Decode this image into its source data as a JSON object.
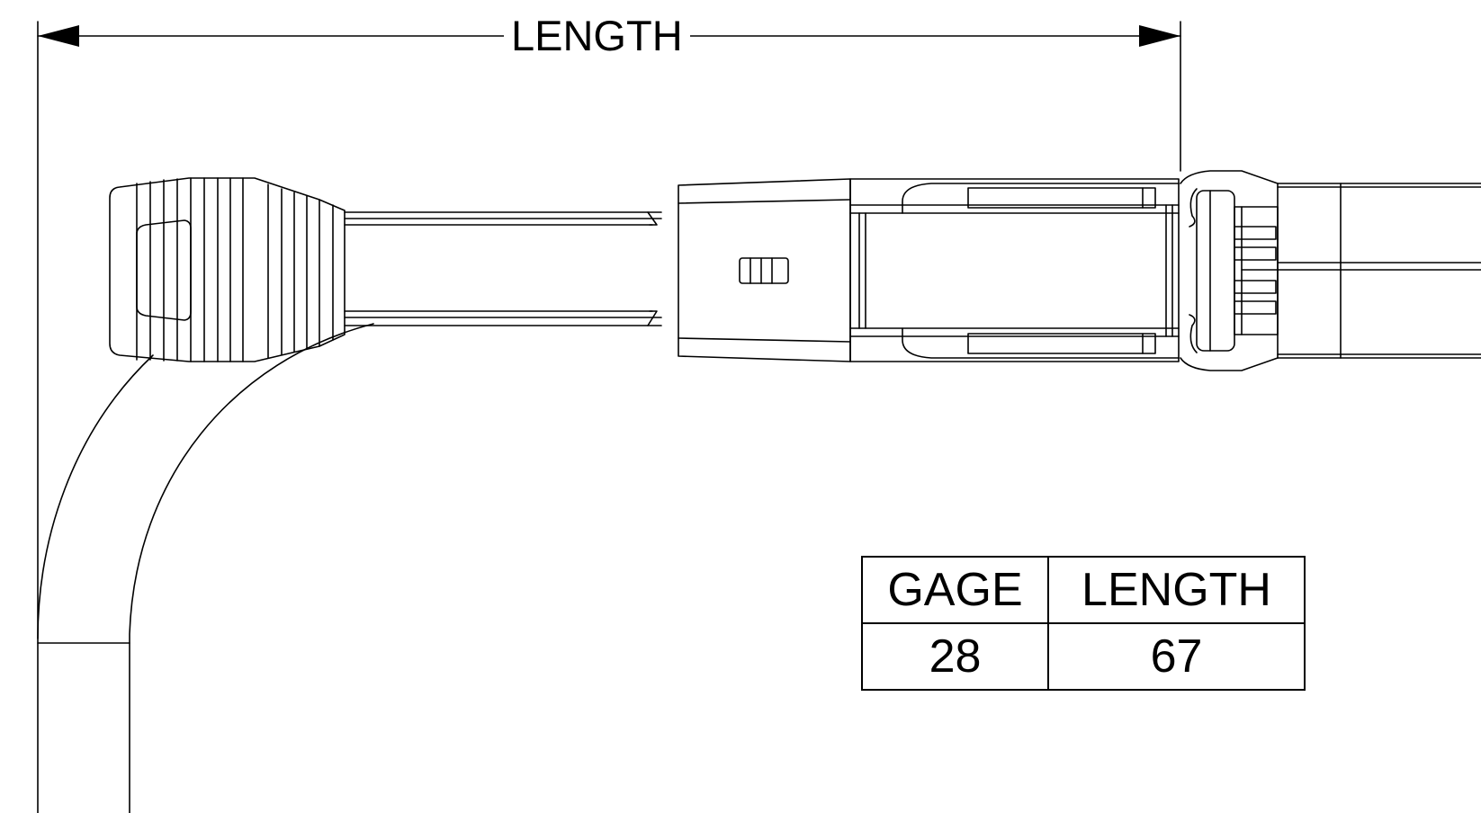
{
  "dimension": {
    "label": "LENGTH"
  },
  "spec_table": {
    "headers": [
      "GAGE",
      "LENGTH"
    ],
    "rows": [
      [
        "28",
        "67"
      ]
    ]
  }
}
